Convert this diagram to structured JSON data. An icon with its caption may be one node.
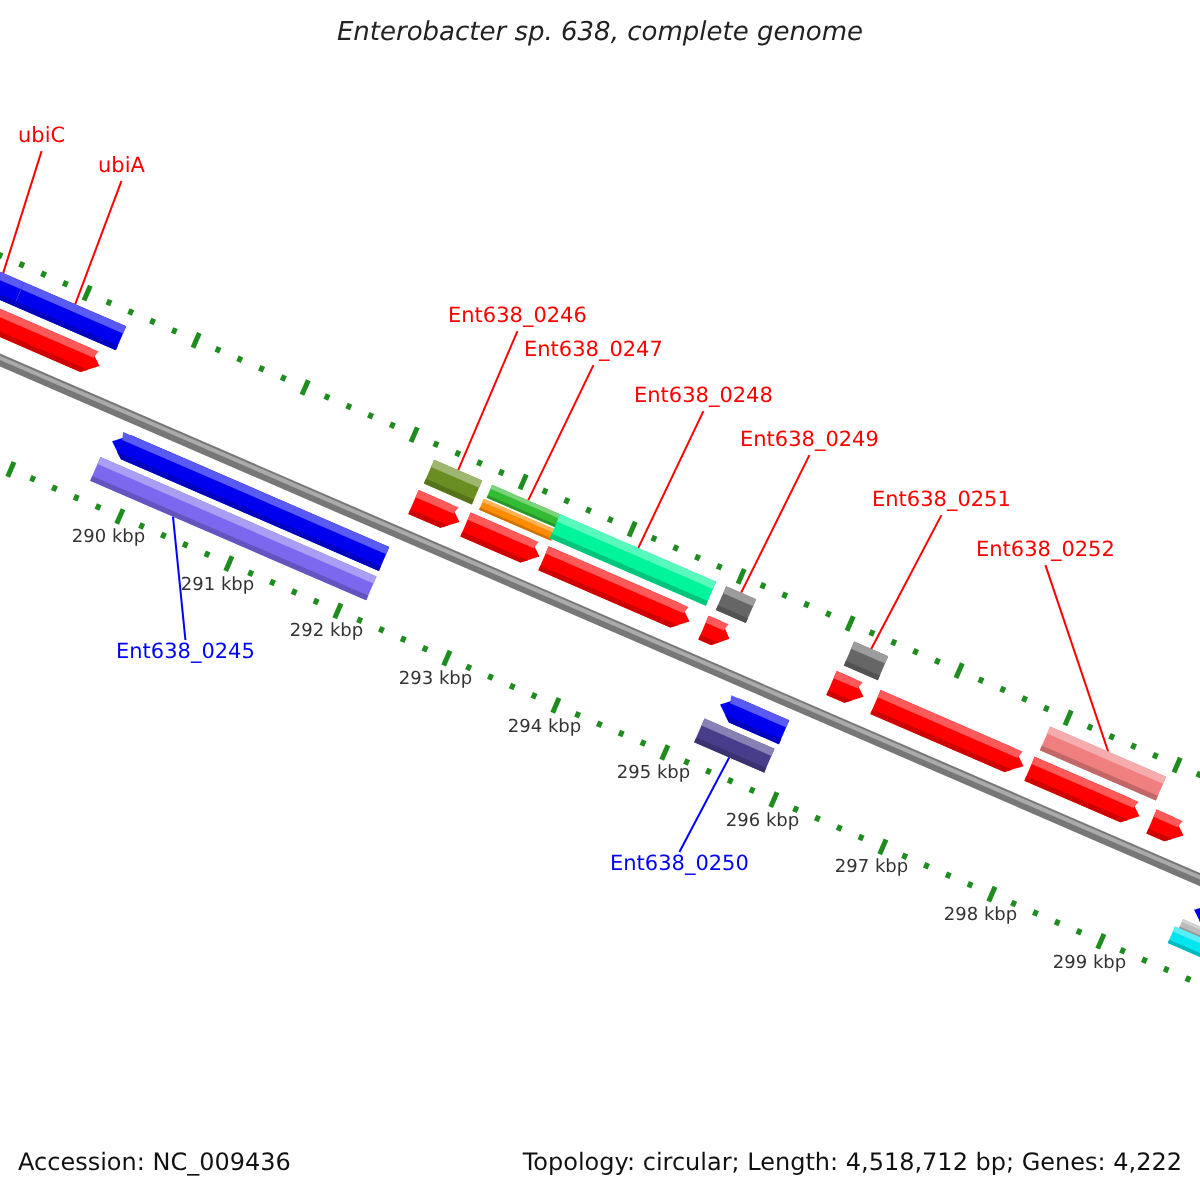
{
  "diagram": {
    "title": "Enterobacter sp. 638, complete genome",
    "nodes": [
      {
        "text": [
          "ubiC"
        ]
      },
      {
        "text": [],
        "shape": "bar"
      },
      {
        "text": [
          "ubiA"
        ]
      },
      {
        "text": [],
        "shape": "bar"
      },
      {
        "text": [
          "Ent638_0246"
        ]
      },
      {
        "text": [],
        "shape": "bar"
      },
      {
        "text": [
          "Ent638_0247"
        ]
      },
      {
        "text": [],
        "shape": "bar"
      },
      {
        "text": [
          "Ent638_0248"
        ]
      },
      {
        "text": [],
        "shape": "bar"
      },
      {
        "text": [
          "Ent638_0249"
        ]
      },
      {
        "text": [],
        "shape": "bar"
      },
      {
        "text": [
          "Ent638_0245"
        ]
      },
      {
        "text": [],
        "shape": "bar"
      },
      {
        "text": [
          "Ent638_0251"
        ]
      },
      {
        "text": [],
        "shape": "bar"
      },
      {
        "text": [
          "Ent638_0252"
        ]
      },
      {
        "text": [],
        "shape": "bar"
      },
      {
        "text": [
          "Ent638_0250"
        ]
      },
      {
        "text": [],
        "shape": "bar"
      }
    ],
    "edges": [
      {
        "from": 0,
        "to": 1,
        "arrow": "none"
      },
      {
        "from": 2,
        "to": 3,
        "arrow": "none"
      },
      {
        "from": 4,
        "to": 5,
        "arrow": "none"
      },
      {
        "from": 6,
        "to": 7,
        "arrow": "none"
      },
      {
        "from": 8,
        "to": 9,
        "arrow": "none"
      },
      {
        "from": 10,
        "to": 11,
        "arrow": "none"
      },
      {
        "from": 12,
        "to": 13,
        "arrow": "none",
        "color": "#0000ff"
      },
      {
        "from": 14,
        "to": 15,
        "arrow": "none"
      },
      {
        "from": 16,
        "to": 17,
        "arrow": "none"
      },
      {
        "from": 18,
        "to": 19,
        "arrow": "none",
        "color": "#0000ff"
      }
    ],
    "labels": [
      "290 kbp",
      "291 kbp",
      "292 kbp",
      "293 kbp",
      "294 kbp",
      "295 kbp",
      "296 kbp",
      "297 kbp",
      "298 kbp",
      "299 kbp",
      "Accession: NC_009436",
      "Topology: circular; Length: 4,518,712 bp; Genes: 4,222"
    ]
  }
}
